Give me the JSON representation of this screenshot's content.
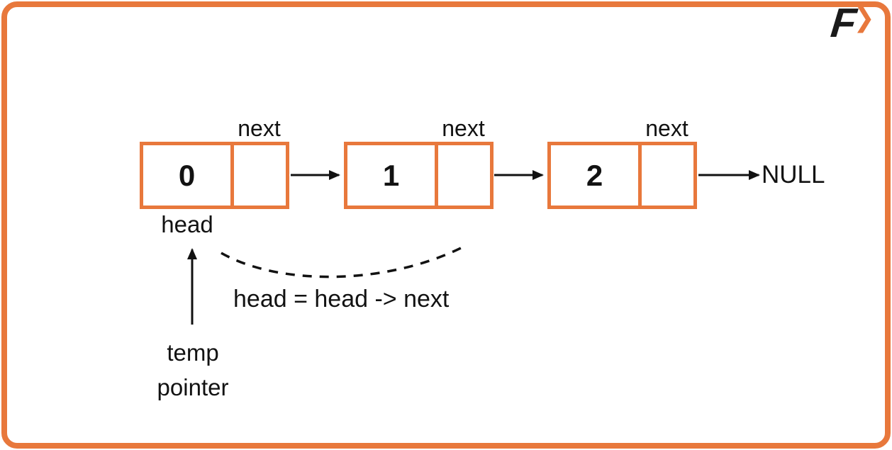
{
  "colors": {
    "accent": "#E8783C",
    "ink": "#121212"
  },
  "logo": {
    "letter": "F",
    "chevron": "❯"
  },
  "nodes": [
    {
      "value": "0",
      "pointer_label": "next"
    },
    {
      "value": "1",
      "pointer_label": "next"
    },
    {
      "value": "2",
      "pointer_label": "next"
    }
  ],
  "terminator": "NULL",
  "labels": {
    "head": "head",
    "temp_line1": "temp",
    "temp_line2": "pointer",
    "operation": "head = head -> next"
  }
}
